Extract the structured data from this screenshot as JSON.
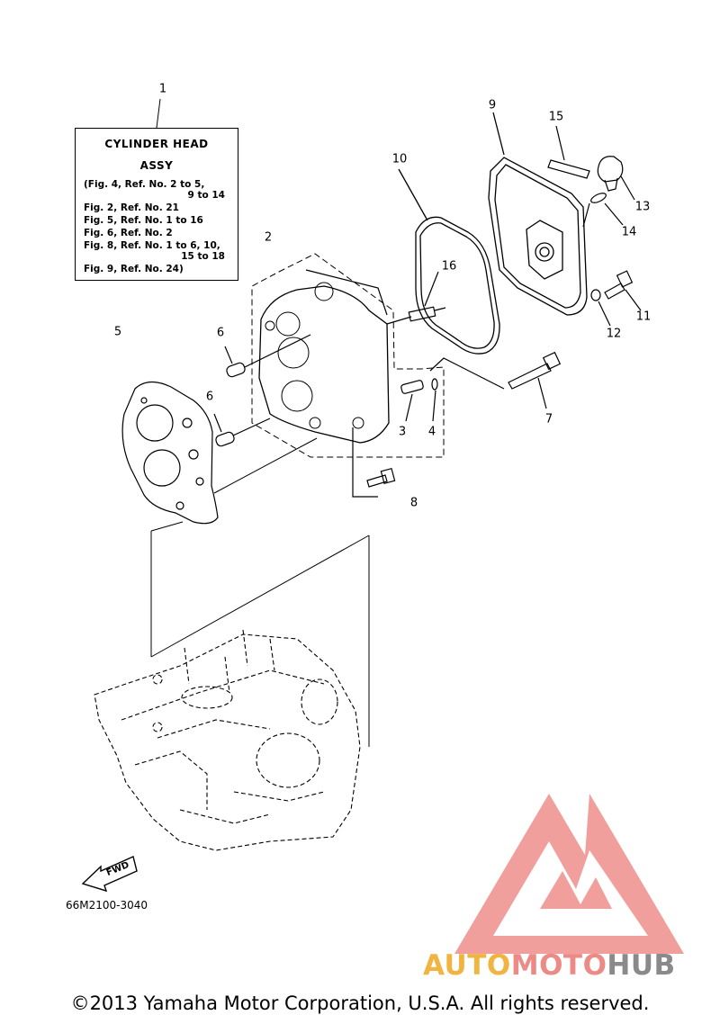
{
  "callout": {
    "title_line1": "CYLINDER HEAD",
    "title_line2": "ASSY",
    "refs": [
      "(Fig. 4, Ref. No. 2 to 5,",
      "9 to 14",
      "Fig. 2, Ref. No. 21",
      "Fig. 5, Ref. No. 1 to 16",
      "Fig. 6, Ref. No. 2",
      "Fig. 8, Ref. No. 1 to 6, 10,",
      "15 to 18",
      "Fig. 9, Ref. No. 24)"
    ]
  },
  "labels": {
    "p1": "1",
    "p2": "2",
    "p3": "3",
    "p4": "4",
    "p5": "5",
    "p6a": "6",
    "p6b": "6",
    "p7": "7",
    "p8": "8",
    "p9": "9",
    "p10": "10",
    "p11": "11",
    "p12": "12",
    "p13": "13",
    "p14": "14",
    "p15": "15",
    "p16": "16"
  },
  "fwd_label": "FWD",
  "diagram_code": "66M2100-3040",
  "copyright": "©2013 Yamaha Motor Corporation, U.S.A. All rights reserved.",
  "watermark": {
    "part1": "AUTO",
    "part2": "MOTO",
    "part3": "HUB",
    "colors": {
      "triangle": "#ef8f8b",
      "auto": "#f2b441",
      "moto": "#ec8a86",
      "hub": "#8a8a8a"
    }
  }
}
